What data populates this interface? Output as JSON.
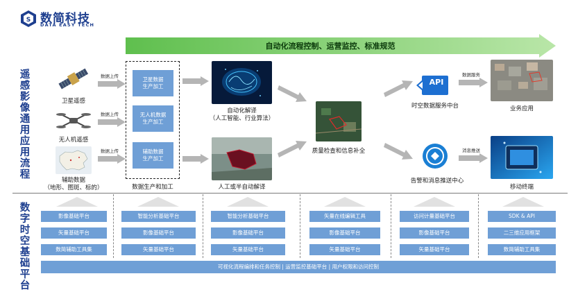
{
  "logo": {
    "name": "数简科技",
    "tagline": "DATA EASY TECH"
  },
  "banner": {
    "text": "自动化流程控制、运营监控、标准规范"
  },
  "side_titles": {
    "top": "遥感影像通用应用流程",
    "bottom": "数字时空基础平台"
  },
  "sources": [
    {
      "label": "卫星遥感",
      "arrow_label": "数据上传"
    },
    {
      "label": "无人机遥感",
      "arrow_label": "数据上传"
    },
    {
      "label": "辅助数据",
      "sublabel": "（地形、图斑、标的）",
      "arrow_label": "数据上传"
    }
  ],
  "production": {
    "boxes": [
      "卫星数据\n生产加工",
      "无人机数据\n生产加工",
      "辅助数据\n生产加工"
    ],
    "caption": "数据生产和加工"
  },
  "interpretation": {
    "auto_label": "自动化解译",
    "auto_sub": "（人工智能、行业算法）",
    "manual_label": "人工或半自动解译"
  },
  "quality": {
    "label": "质量检查和信息补全"
  },
  "services": {
    "api_text": "API",
    "api_label": "时空数据服务中台",
    "alert_label": "告警和消息推送中心",
    "arrow_service": "数据服务",
    "arrow_push": "消息推送",
    "business_label": "业务应用",
    "mobile_label": "移动终端"
  },
  "platform_columns": [
    [
      "影像基础平台",
      "矢量基础平台",
      "数简辅助工具集"
    ],
    [
      "智能分析基础平台",
      "影像基础平台",
      "矢量基础平台"
    ],
    [
      "智能分析基础平台",
      "影像基础平台",
      "矢量基础平台"
    ],
    [
      "矢量在线编辑工具",
      "影像基础平台",
      "矢量基础平台"
    ],
    [
      "访问计量基础平台",
      "影像基础平台",
      "矢量基础平台"
    ],
    [
      "SDK & API",
      "二三维应用框架",
      "数简辅助工具集"
    ]
  ],
  "base_bar": "可视化流程编排和任务控制 | 运营监控基础平台 | 用户权限和访问控制",
  "colors": {
    "box_blue": "#6f9fd6",
    "brand": "#1e3f8f",
    "banner_green": "#7ccf6a"
  }
}
